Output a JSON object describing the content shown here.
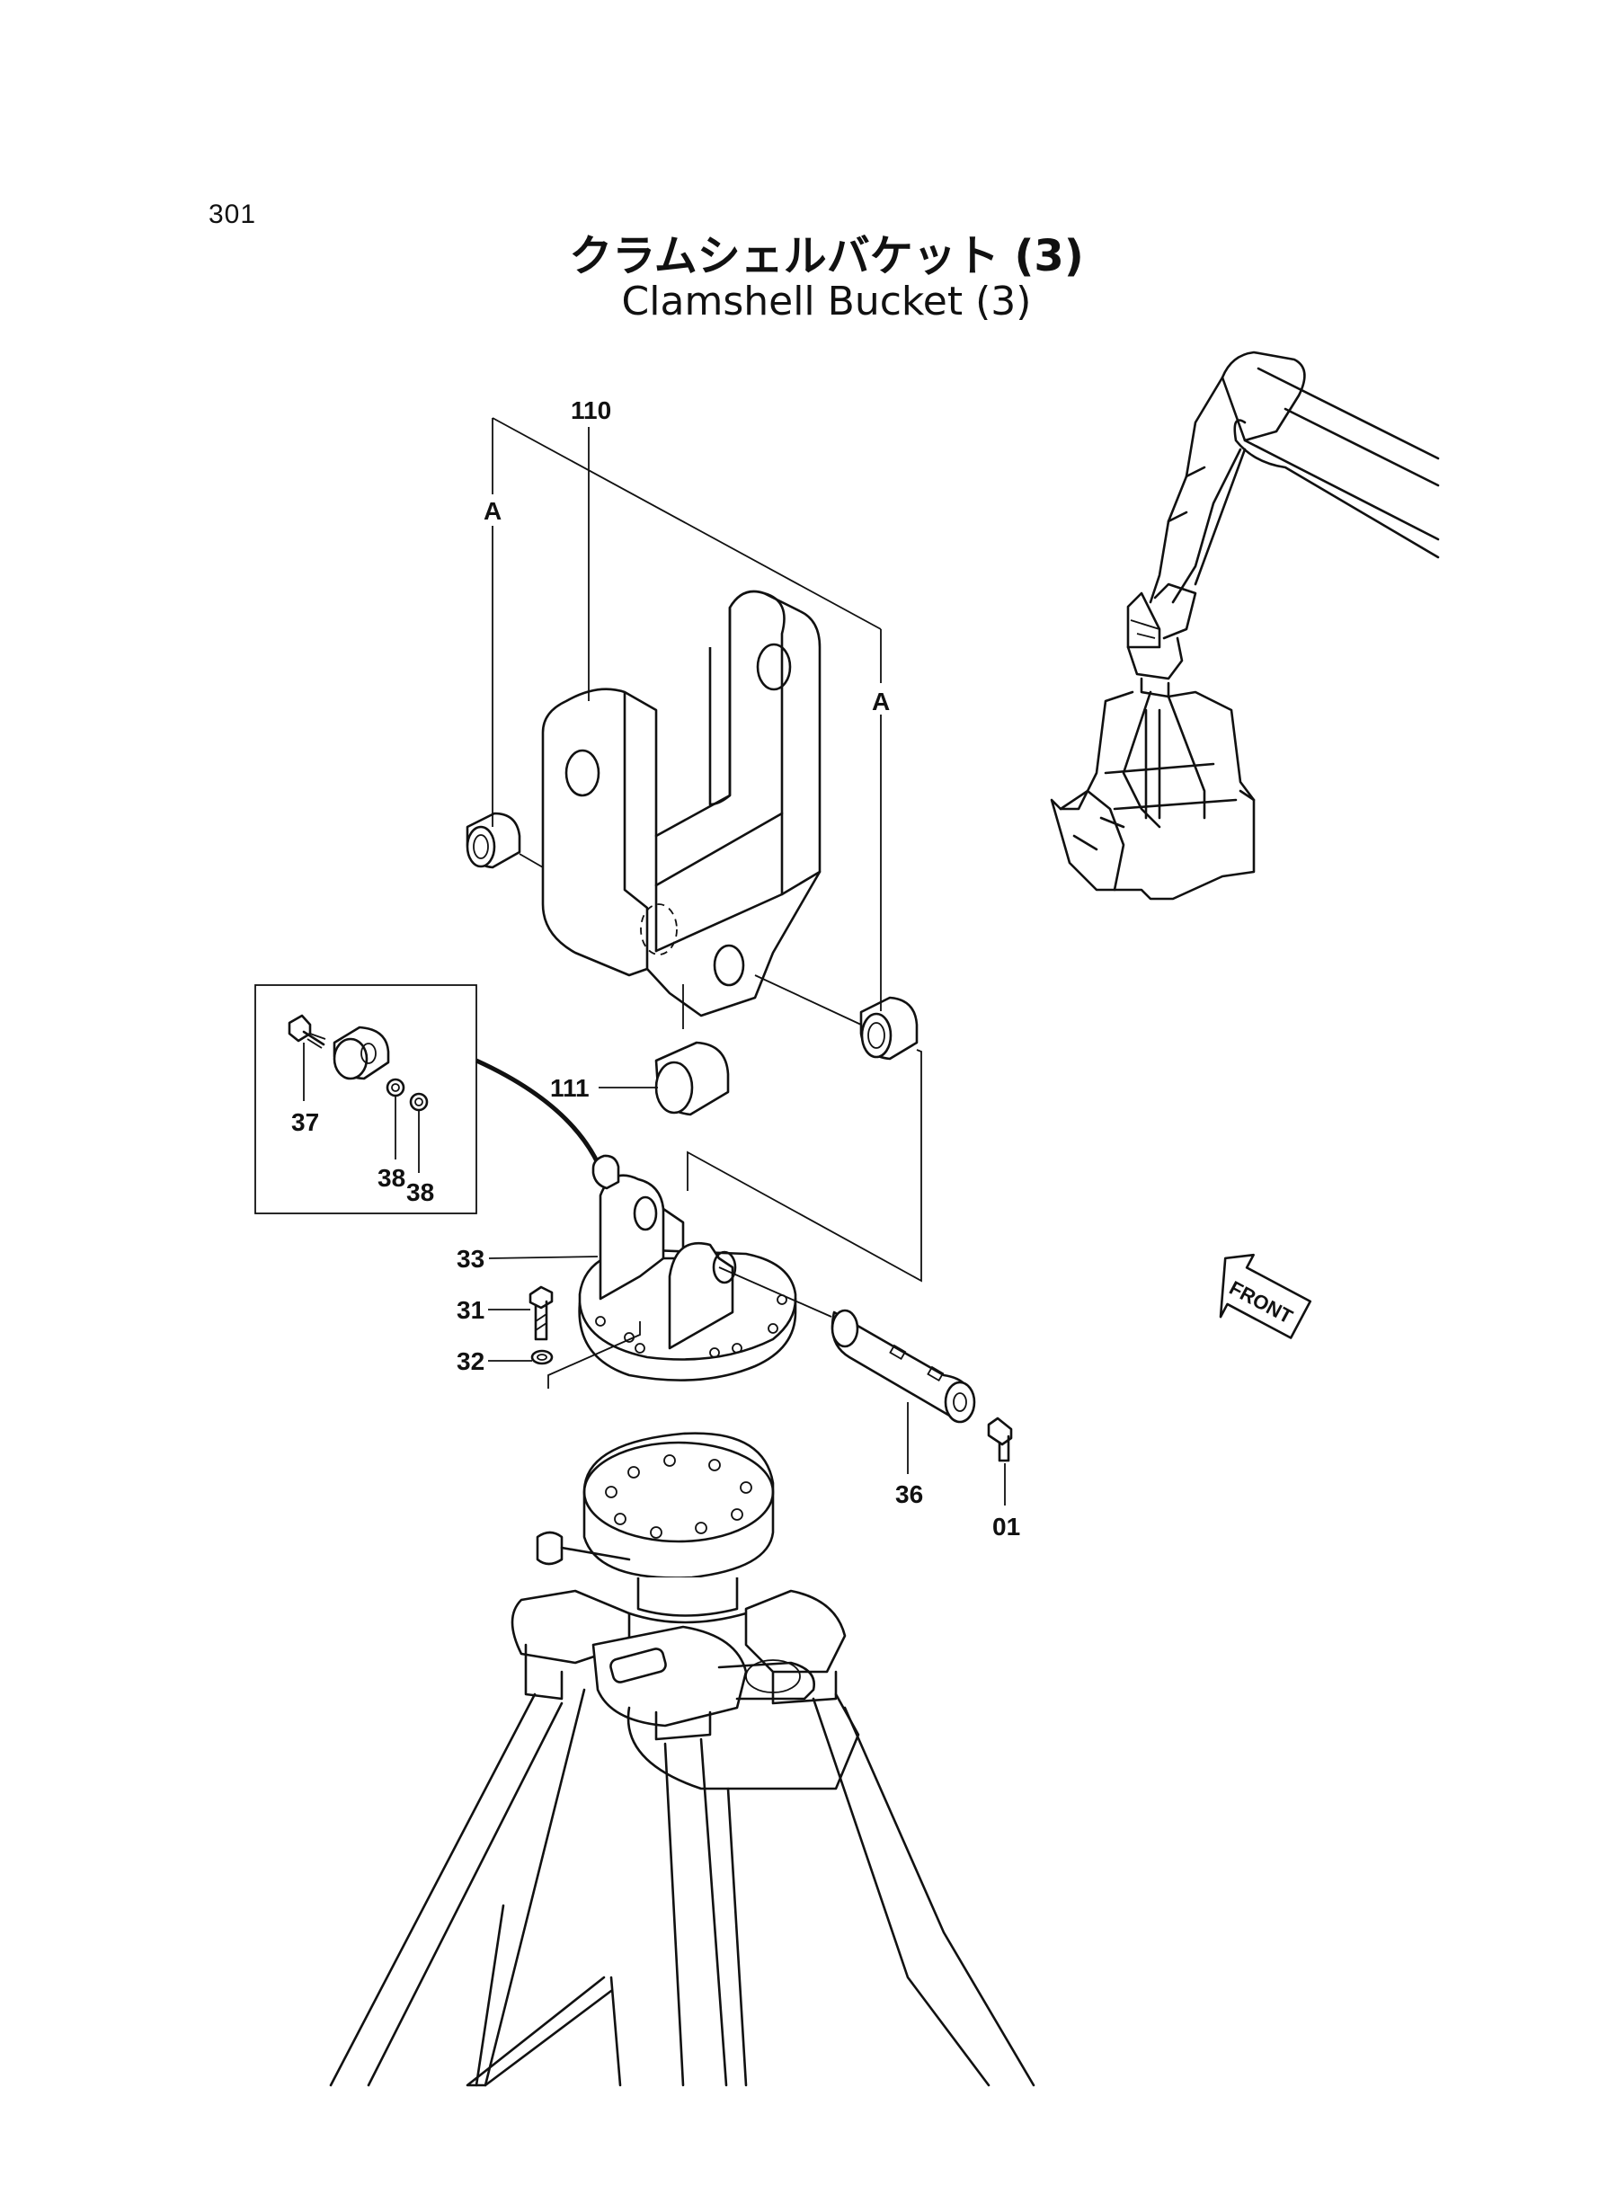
{
  "page": {
    "number": "301",
    "title_jp": "クラムシェルバケット (3)",
    "title_en": "Clamshell Bucket (3)"
  },
  "callouts": {
    "c110": "110",
    "cA_left": "A",
    "cA_right": "A",
    "c111": "111",
    "c37": "37",
    "c38a": "38",
    "c38b": "38",
    "c33": "33",
    "c31": "31",
    "c32": "32",
    "c36": "36",
    "c01": "01"
  },
  "front_marker": "FRONT"
}
